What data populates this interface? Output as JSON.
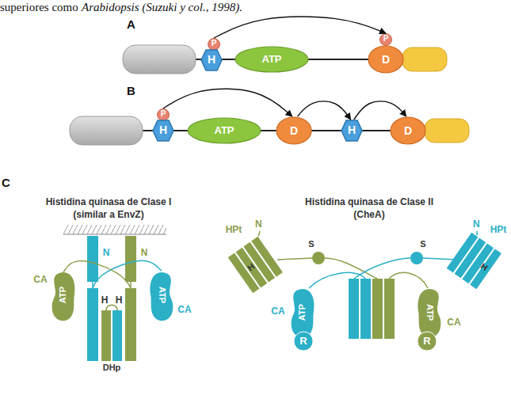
{
  "diagram": {
    "nodes": [
      {
        "text": [
          "P"
        ]
      },
      {
        "text": [
          "H"
        ]
      },
      {
        "text": [
          "ATP"
        ]
      },
      {
        "text": [
          "P"
        ]
      },
      {
        "text": [
          "D"
        ]
      },
      {
        "text": [
          "P"
        ]
      },
      {
        "text": [
          "H"
        ]
      },
      {
        "text": [
          "ATP"
        ]
      },
      {
        "text": [
          "D"
        ]
      },
      {
        "text": [
          "H"
        ]
      },
      {
        "text": [
          "D"
        ]
      },
      {
        "text": [
          "N"
        ]
      },
      {
        "text": [
          "N"
        ]
      },
      {
        "text": [
          "CA",
          "ATP"
        ]
      },
      {
        "text": [
          "H"
        ]
      },
      {
        "text": [
          "DHp"
        ]
      },
      {
        "text": [
          "H"
        ]
      },
      {
        "text": [
          "CA",
          "ATP"
        ]
      },
      {
        "text": [
          "HPt",
          "H"
        ]
      },
      {
        "text": [
          "S"
        ]
      },
      {
        "text": [
          "S"
        ]
      },
      {
        "text": [
          "HPt",
          "H"
        ]
      },
      {
        "text": [
          "CA",
          "ATP"
        ]
      },
      {
        "text": [
          "R"
        ]
      },
      {
        "text": [
          "CA",
          "ATP"
        ]
      },
      {
        "text": [
          "R"
        ]
      }
    ],
    "edges": [
      {
        "from": 0,
        "to": 3,
        "arrow": "to"
      },
      {
        "from": 5,
        "to": 8,
        "arrow": "to"
      },
      {
        "from": 8,
        "to": 9,
        "arrow": "to"
      },
      {
        "from": 9,
        "to": 10,
        "arrow": "to"
      },
      {
        "from": 11,
        "to": 14,
        "arrow": "none"
      },
      {
        "from": 12,
        "to": 16,
        "arrow": "none"
      },
      {
        "from": 14,
        "to": 17,
        "arrow": "none"
      },
      {
        "from": 16,
        "to": 13,
        "arrow": "none"
      },
      {
        "from": 18,
        "to": 19,
        "arrow": "none"
      },
      {
        "from": 21,
        "to": 20,
        "arrow": "none"
      }
    ],
    "labels": [
      "superiores como",
      "Arabidopsis (Suzuki y col., 1998).",
      "A",
      "B",
      "C",
      "Histidina quinasa de Clase I",
      "(similar a EnvZ)",
      "Histidina quinasa de Clase II",
      "(CheA)",
      "N",
      "N"
    ]
  }
}
